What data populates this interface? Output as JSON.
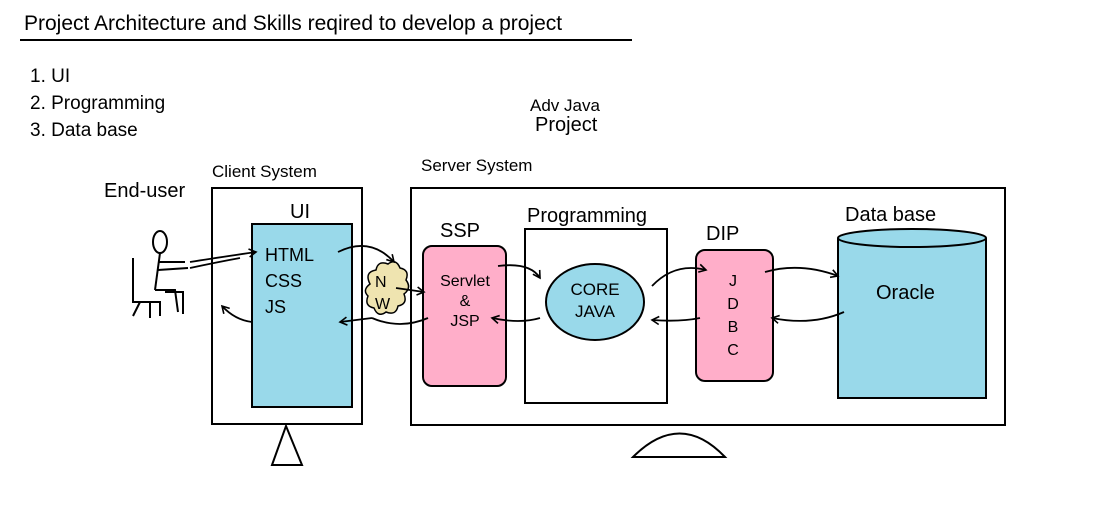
{
  "title": "Project Architecture and Skills reqired to develop a project",
  "skills": [
    "1. UI",
    "2. Programming",
    "3. Data base"
  ],
  "center_label_1": "Adv Java",
  "center_label_2": "Project",
  "end_user": "End-user",
  "client_system": "Client System",
  "server_system": "Server System",
  "ui": {
    "heading": "UI",
    "items": [
      "HTML",
      "CSS",
      "JS"
    ]
  },
  "network": [
    "N",
    "W"
  ],
  "ssp": {
    "heading": "SSP",
    "lines": [
      "Servlet",
      "&",
      "JSP"
    ]
  },
  "programming": {
    "heading": "Programming",
    "core": [
      "CORE",
      "JAVA"
    ]
  },
  "dip": {
    "heading": "DIP",
    "letters": [
      "J",
      "D",
      "B",
      "C"
    ]
  },
  "database": {
    "heading": "Data base",
    "name": "Oracle"
  },
  "colors": {
    "ui_fill": "#99d9ea",
    "ssp_fill": "#ffaec9",
    "network_fill": "#efe4b0",
    "core_fill": "#99d9ea",
    "db_fill": "#99d9ea"
  }
}
